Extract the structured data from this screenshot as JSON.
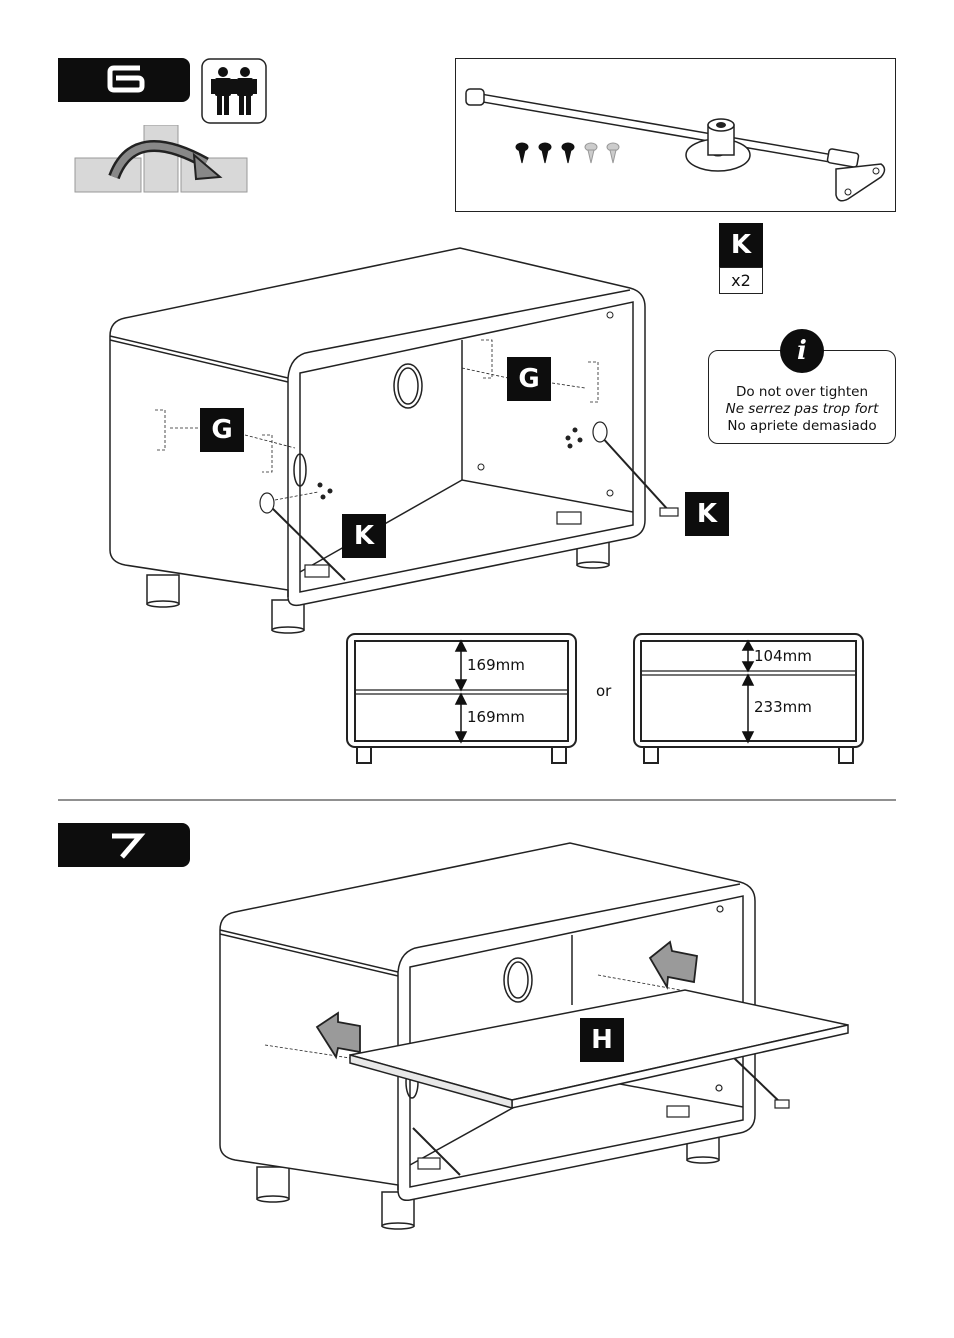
{
  "steps": {
    "step6_number": "6",
    "step7_number": "7"
  },
  "labels": {
    "g": "G",
    "k": "K",
    "h": "H"
  },
  "hardware": {
    "k_label": "K",
    "k_quantity": "x2"
  },
  "info": {
    "icon": "i",
    "line_en": "Do not over tighten",
    "line_fr": "Ne serrez pas trop fort",
    "line_es": "No apriete demasiado"
  },
  "shelf_options": {
    "option_a": {
      "upper": "169mm",
      "lower": "169mm"
    },
    "separator": "or",
    "option_b": {
      "upper": "104mm",
      "lower": "233mm"
    }
  },
  "icons": {
    "people": "two-person-icon",
    "rotate": "rotate-cabinet-icon",
    "info": "info-icon",
    "arrow": "push-arrow-icon"
  }
}
